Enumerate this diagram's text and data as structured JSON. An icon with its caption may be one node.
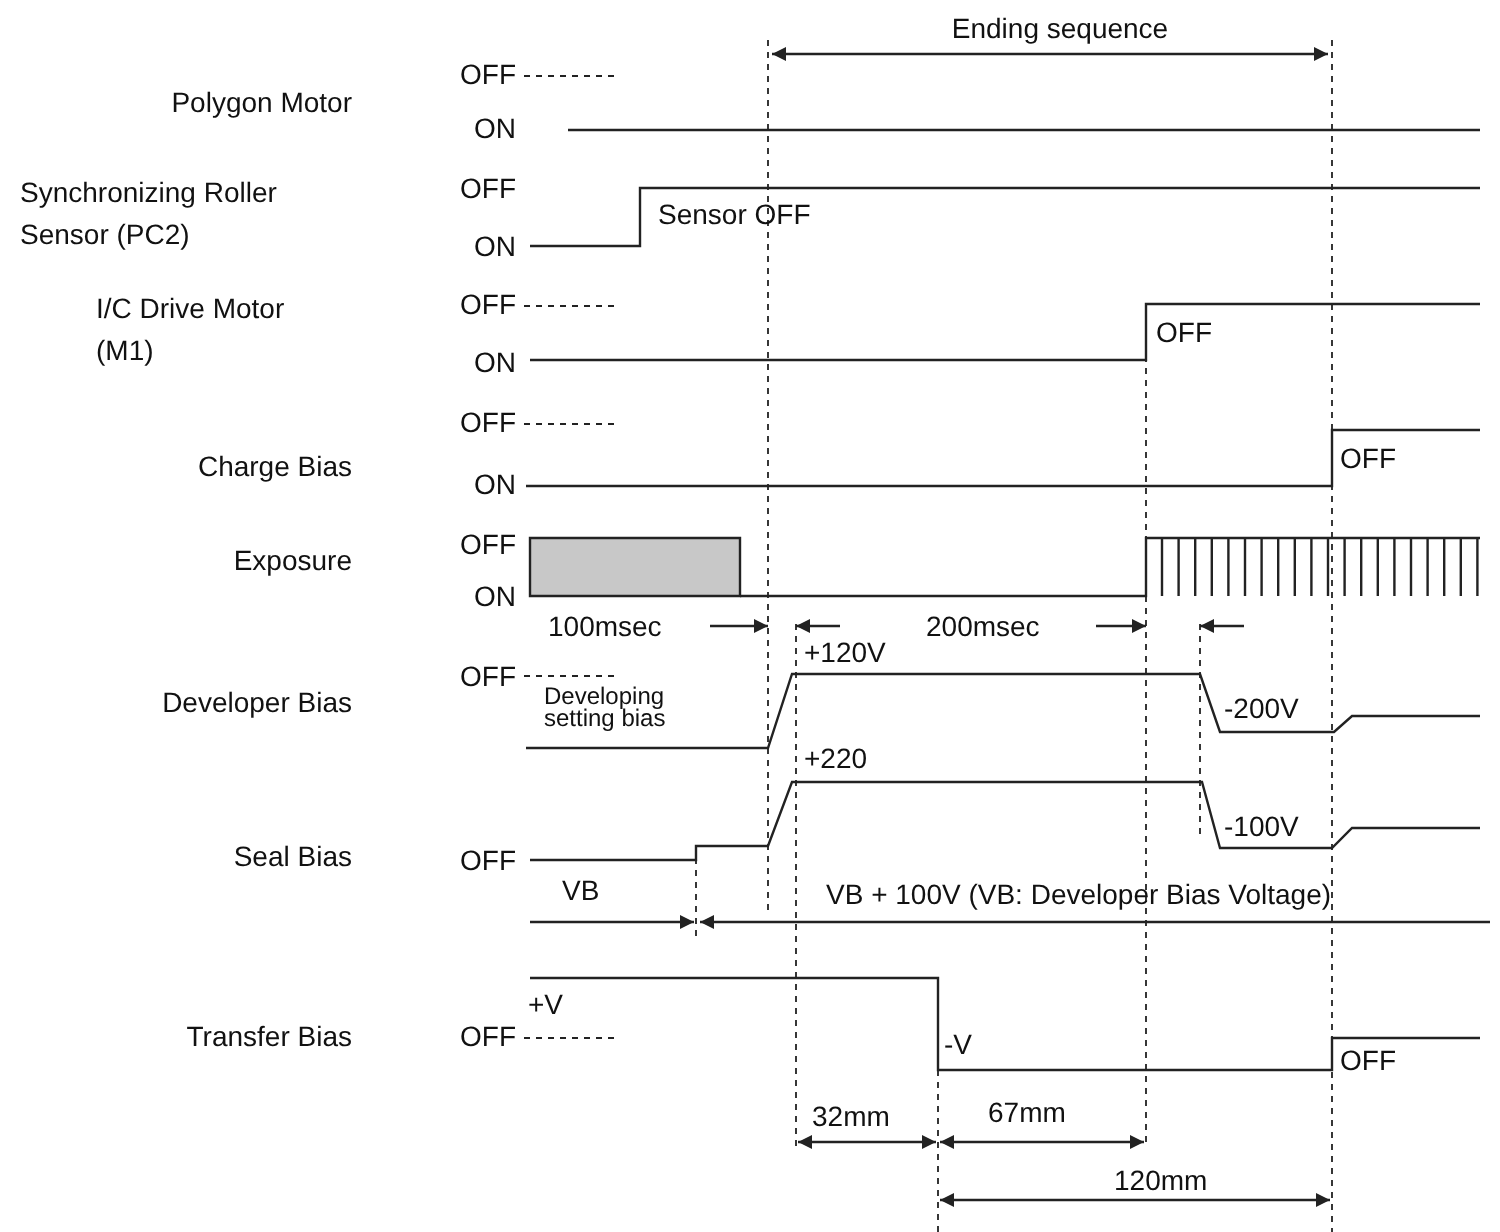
{
  "diagram": {
    "labels": [
      "Ending sequence",
      "OFF",
      "Polygon Motor",
      "ON",
      "Synchronizing Roller Sensor (PC2)",
      "OFF",
      "Sensor OFF",
      "ON",
      "I/C Drive Motor (M1)",
      "OFF",
      "OFF",
      "ON",
      "OFF",
      "Charge Bias",
      "ON",
      "OFF",
      "OFF",
      "Exposure",
      "ON",
      "100msec",
      "200msec",
      "+120V",
      "OFF",
      "Developer Bias",
      "Developing setting bias",
      "-200V",
      "+220",
      "-100V",
      "Seal Bias",
      "OFF",
      "VB",
      "VB + 100V (VB: Developer Bias Voltage)",
      "+V",
      "Transfer Bias",
      "OFF",
      "-V",
      "OFF",
      "32mm",
      "67mm",
      "120mm"
    ]
  }
}
